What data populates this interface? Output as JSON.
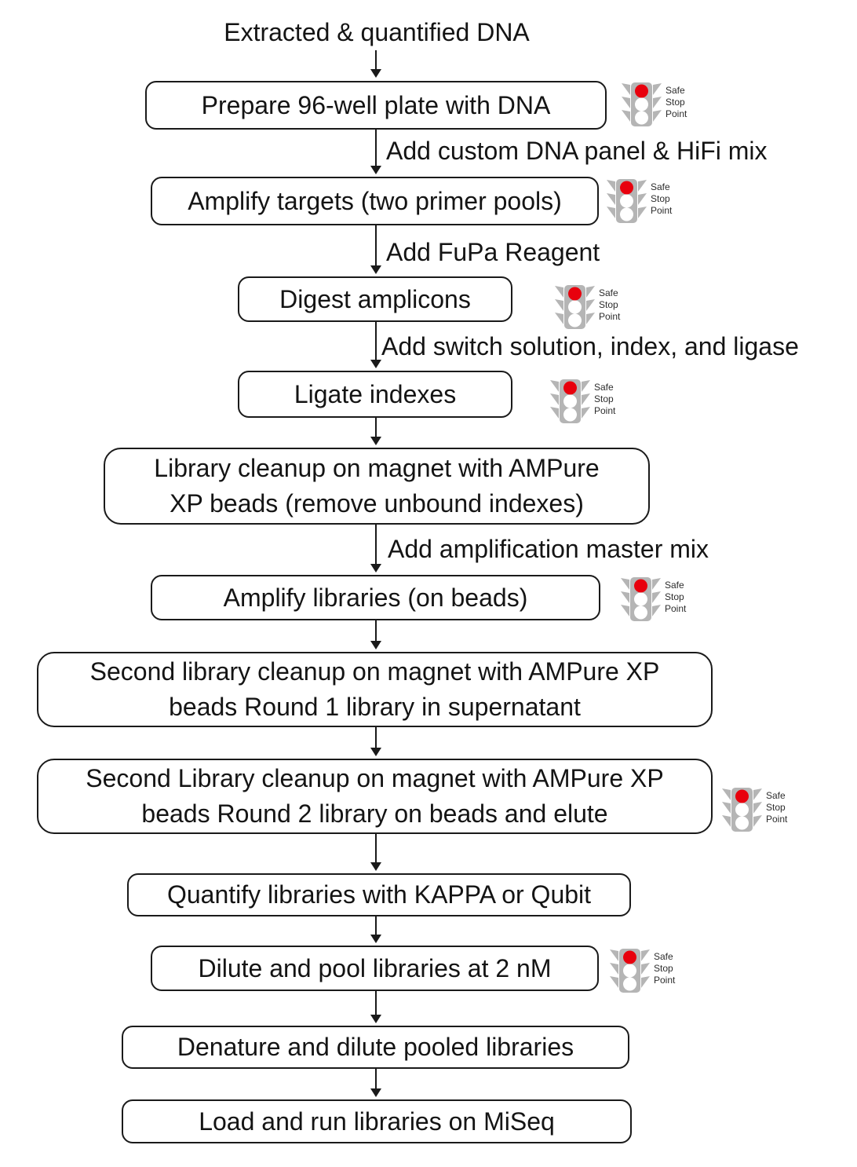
{
  "diagram": {
    "start_label": "Extracted & quantified DNA",
    "nodes": [
      {
        "label": "Prepare 96-well plate with DNA"
      },
      {
        "label": "Amplify targets (two primer pools)"
      },
      {
        "label": "Digest amplicons"
      },
      {
        "label": "Ligate indexes"
      },
      {
        "label": "Library cleanup on magnet with AMPure\nXP beads (remove unbound indexes)"
      },
      {
        "label": "Amplify libraries (on beads)"
      },
      {
        "label": "Second library cleanup on magnet with AMPure XP\nbeads Round 1 library in supernatant"
      },
      {
        "label": "Second Library cleanup on magnet with AMPure XP\nbeads Round 2 library on beads and elute"
      },
      {
        "label": "Quantify libraries with KAPPA or Qubit"
      },
      {
        "label": "Dilute and pool libraries at 2 nM"
      },
      {
        "label": "Denature and dilute pooled libraries"
      },
      {
        "label": "Load and run libraries on MiSeq"
      }
    ],
    "edge_labels": [
      "Add custom DNA panel & HiFi mix",
      "Add FuPa Reagent",
      "Add switch solution, index, and ligase",
      "Add amplification master mix"
    ],
    "safe_stop_point": {
      "lines": [
        "Safe",
        "Stop",
        "Point"
      ]
    },
    "colors": {
      "stoplight_red": "#e8000d",
      "stoplight_gray": "#b5b5b5",
      "outline": "#1a1a1a"
    }
  }
}
